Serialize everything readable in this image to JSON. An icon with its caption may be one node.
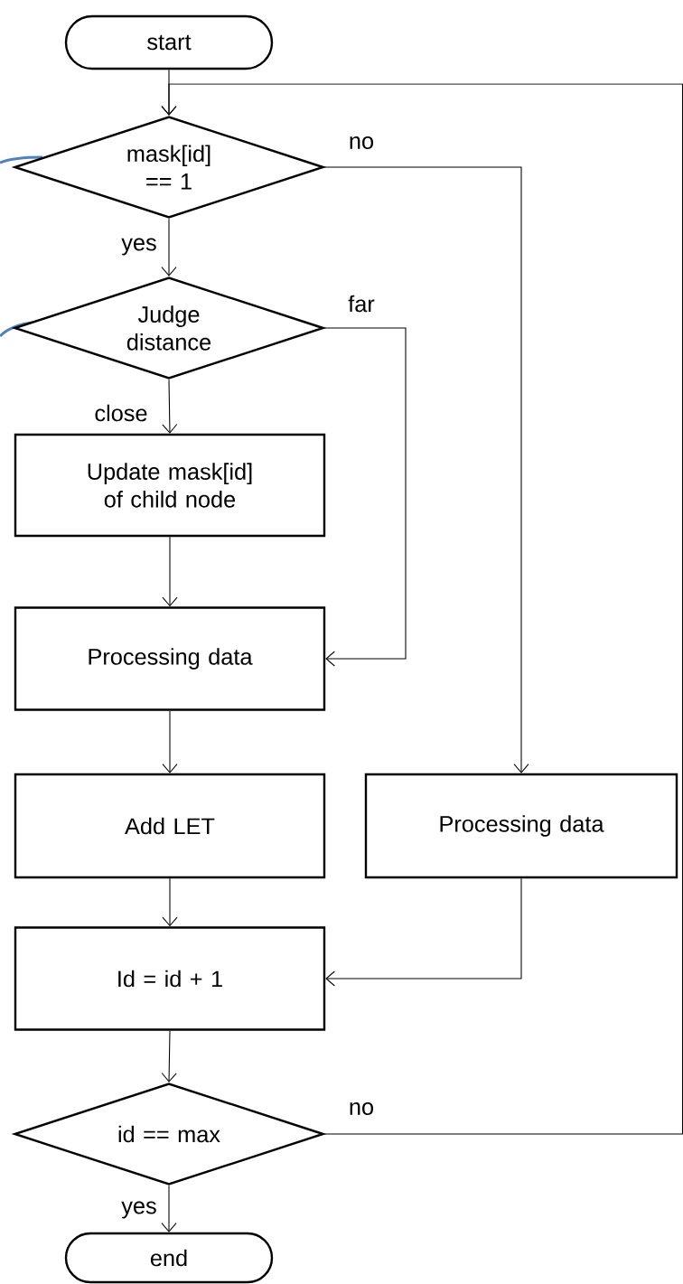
{
  "diagram": {
    "nodes": [
      {
        "text": [
          "start"
        ]
      },
      {
        "text": [
          "mask[id] == 1"
        ]
      },
      {
        "text": [
          "Judge distance"
        ]
      },
      {
        "text": [
          "Update mask[id] of child node"
        ]
      },
      {
        "text": [
          "Processing data"
        ]
      },
      {
        "text": [
          "Add LET"
        ]
      },
      {
        "text": [
          "Processing data"
        ]
      },
      {
        "text": [
          "Id = id + 1"
        ]
      },
      {
        "text": [
          "id == max"
        ]
      },
      {
        "text": [
          "end"
        ]
      }
    ],
    "edges": [
      {
        "from": 0,
        "to": 1,
        "arrow": "to"
      },
      {
        "from": 1,
        "to": 2,
        "arrow": "to",
        "label": "yes"
      },
      {
        "from": 1,
        "to": 6,
        "arrow": "to",
        "label": "no"
      },
      {
        "from": 2,
        "to": 3,
        "arrow": "to",
        "label": "close"
      },
      {
        "from": 2,
        "to": 4,
        "arrow": "to",
        "label": "far"
      },
      {
        "from": 3,
        "to": 4,
        "arrow": "to"
      },
      {
        "from": 4,
        "to": 5,
        "arrow": "to"
      },
      {
        "from": 5,
        "to": 7,
        "arrow": "to"
      },
      {
        "from": 6,
        "to": 7,
        "arrow": "to"
      },
      {
        "from": 7,
        "to": 8,
        "arrow": "to"
      },
      {
        "from": 8,
        "to": 9,
        "arrow": "to",
        "label": "yes"
      },
      {
        "from": 8,
        "to": 1,
        "arrow": "to",
        "label": "no"
      }
    ]
  }
}
